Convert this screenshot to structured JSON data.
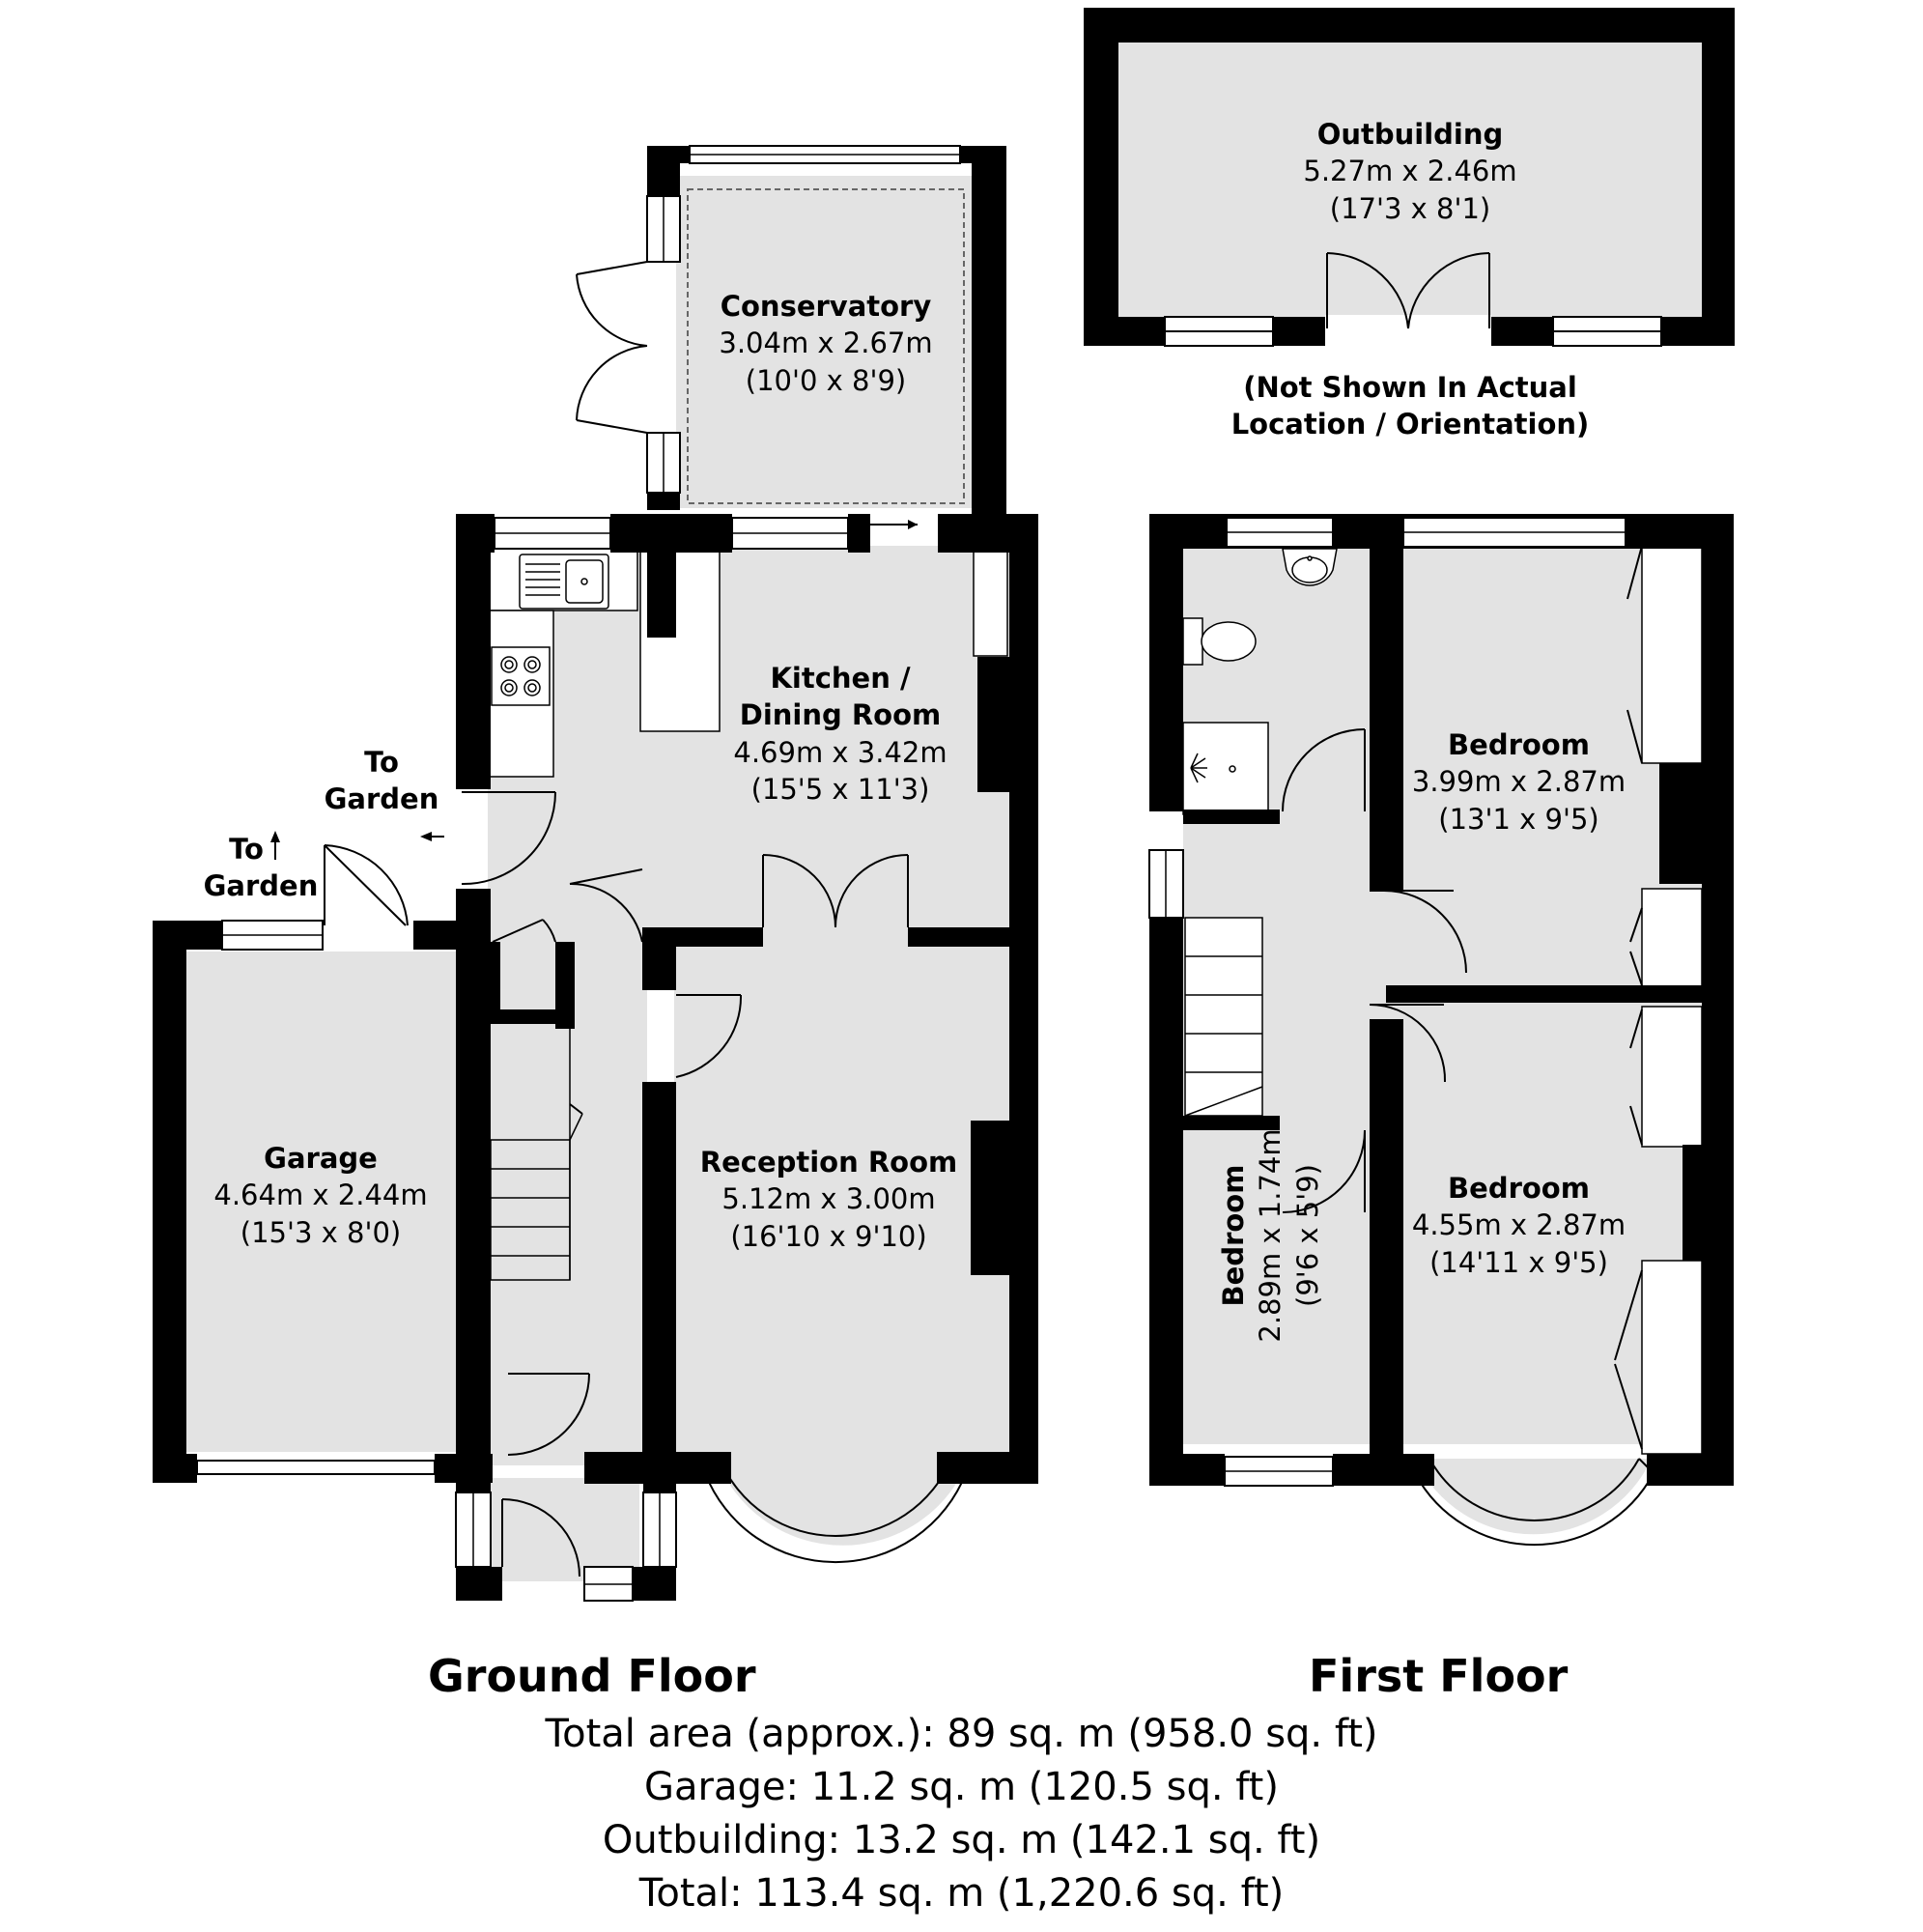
{
  "rooms": {
    "outbuilding": {
      "name": "Outbuilding",
      "metric": "5.27m x 2.46m",
      "imperial": "(17'3 x 8'1)"
    },
    "conservatory": {
      "name": "Conservatory",
      "metric": "3.04m x 2.67m",
      "imperial": "(10'0 x 8'9)"
    },
    "kitchen": {
      "name_line1": "Kitchen /",
      "name_line2": "Dining Room",
      "metric": "4.69m x 3.42m",
      "imperial": "(15'5 x 11'3)"
    },
    "garage": {
      "name": "Garage",
      "metric": "4.64m x 2.44m",
      "imperial": "(15'3 x 8'0)"
    },
    "reception": {
      "name": "Reception Room",
      "metric": "5.12m x 3.00m",
      "imperial": "(16'10 x 9'10)"
    },
    "bedroom_rear": {
      "name": "Bedroom",
      "metric": "3.99m x 2.87m",
      "imperial": "(13'1 x 9'5)"
    },
    "bedroom_front": {
      "name": "Bedroom",
      "metric": "4.55m x 2.87m",
      "imperial": "(14'11 x 9'5)"
    },
    "bedroom_small": {
      "name": "Bedroom",
      "metric": "2.89m x 1.74m",
      "imperial": "(9'6 x 5'9)"
    }
  },
  "notes": {
    "outbuilding_line1": "(Not Shown In Actual",
    "outbuilding_line2": "Location / Orientation)",
    "to_garden_1_line1": "To",
    "to_garden_1_line2": "Garden",
    "to_garden_2_line1": "To",
    "to_garden_2_line2": "Garden"
  },
  "floors": {
    "ground": "Ground Floor",
    "first": "First Floor"
  },
  "totals": {
    "total_area": "Total area (approx.): 89 sq. m (958.0 sq. ft)",
    "garage": "Garage: 11.2 sq. m (120.5 sq. ft)",
    "outbuilding": "Outbuilding: 13.2 sq. m (142.1 sq. ft)",
    "total": "Total: 113.4 sq. m (1,220.6 sq. ft)"
  },
  "colors": {
    "wall": "#000000",
    "floor": "#e3e3e3",
    "window": "#ffffff",
    "line": "#000000"
  }
}
